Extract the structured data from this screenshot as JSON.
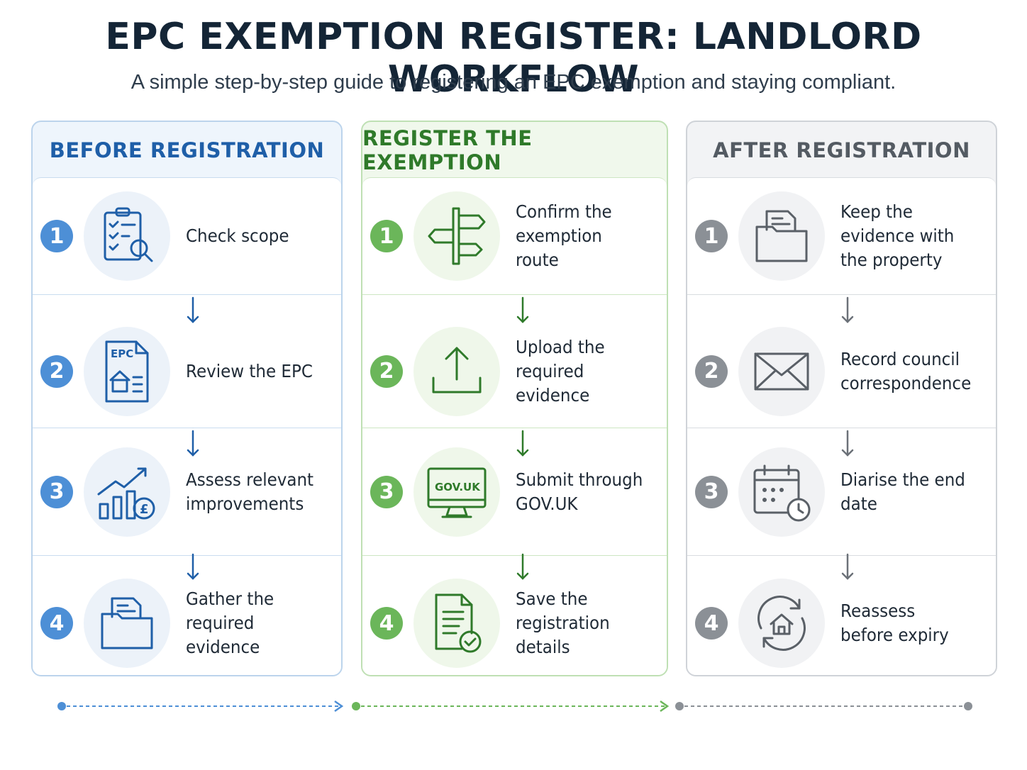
{
  "title": "EPC EXEMPTION REGISTER: LANDLORD WORKFLOW",
  "subtitle": "A simple step-by-step guide to registering an EPC exemption and staying compliant.",
  "colors": {
    "before": "#1f5fa8",
    "register": "#2f7a2a",
    "after": "#545b63"
  },
  "columns": [
    {
      "header": "BEFORE REGISTRATION",
      "steps": [
        {
          "number": "1",
          "label": "Check scope",
          "icon": "clipboard-search-icon"
        },
        {
          "number": "2",
          "label": "Review the EPC",
          "icon": "epc-document-icon",
          "icon_text": "EPC"
        },
        {
          "number": "3",
          "label": "Assess relevant improvements",
          "icon": "growth-chart-pound-icon"
        },
        {
          "number": "4",
          "label": "Gather the required evidence",
          "icon": "folder-document-icon"
        }
      ]
    },
    {
      "header": "REGISTER THE EXEMPTION",
      "steps": [
        {
          "number": "1",
          "label": "Confirm the exemption route",
          "icon": "signpost-icon"
        },
        {
          "number": "2",
          "label": "Upload the required evidence",
          "icon": "upload-icon"
        },
        {
          "number": "3",
          "label": "Submit through GOV.UK",
          "icon": "monitor-govuk-icon",
          "icon_text": "GOV.UK"
        },
        {
          "number": "4",
          "label": "Save the registration details",
          "icon": "document-check-icon"
        }
      ]
    },
    {
      "header": "AFTER REGISTRATION",
      "steps": [
        {
          "number": "1",
          "label": "Keep the evidence with the property",
          "icon": "folder-document-icon"
        },
        {
          "number": "2",
          "label": "Record council correspondence",
          "icon": "envelope-icon"
        },
        {
          "number": "3",
          "label": "Diarise the end date",
          "icon": "calendar-clock-icon"
        },
        {
          "number": "4",
          "label": "Reassess before expiry",
          "icon": "house-refresh-icon"
        }
      ]
    }
  ]
}
